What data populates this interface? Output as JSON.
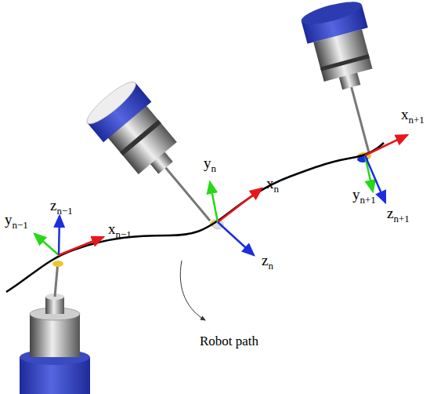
{
  "diagram": {
    "labels": [
      "yn−1",
      "zn−1",
      "xn−1",
      "yn",
      "xn",
      "zn",
      "xn+1",
      "yn+1",
      "zn+1",
      "Robot path"
    ]
  }
}
